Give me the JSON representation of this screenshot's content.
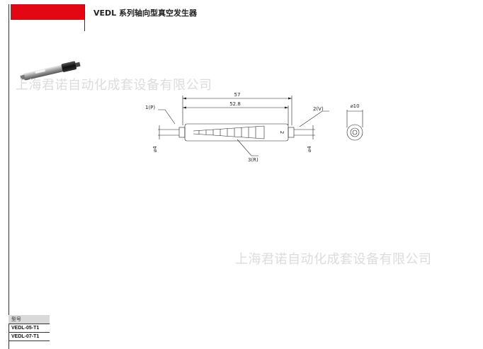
{
  "header": {
    "title": "VEDL 系列轴向型真空发生器"
  },
  "watermark": {
    "text": "上海君诺自动化成套设备有限公司"
  },
  "drawing": {
    "overall_length": "57",
    "inner_length": "52.8",
    "port_1": "1(P)",
    "port_2": "2(V)",
    "port_3": "3(R)",
    "diameter": "⌀10",
    "tube_left": "⌀4",
    "tube_right": "⌀4",
    "body_mark": "2"
  },
  "table": {
    "header": "型号",
    "rows": [
      "VEDL-05-T1",
      "VEDL-07-T1"
    ]
  }
}
